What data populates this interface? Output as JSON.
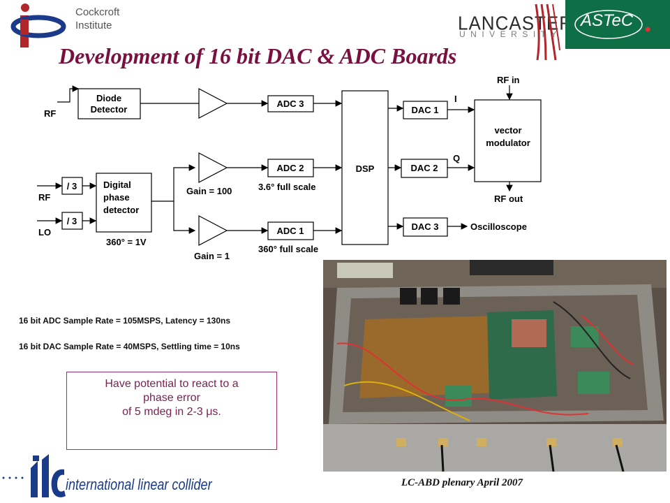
{
  "header": {
    "cockcroft_line1": "Cockcroft",
    "cockcroft_line2": "Institute",
    "lancaster_word": "LANCASTER",
    "university_word": "UNIVERSITY",
    "astec_word": "ASTeC"
  },
  "title": "Development of 16 bit DAC & ADC Boards",
  "diagram": {
    "rf_top": "RF",
    "diode_detector_line1": "Diode",
    "diode_detector_line2": "Detector",
    "adc3": "ADC 3",
    "adc2": "ADC 2",
    "adc1": "ADC 1",
    "dsp": "DSP",
    "dac1": "DAC 1",
    "dac2": "DAC 2",
    "dac3": "DAC 3",
    "i_label": "I",
    "q_label": "Q",
    "rf_in": "RF in",
    "rf_out": "RF out",
    "vector_mod_line1": "vector",
    "vector_mod_line2": "modulator",
    "div_top": "/ 3",
    "div_bottom": "/ 3",
    "rf_mid": "RF",
    "lo": "LO",
    "phase_det_line1": "Digital",
    "phase_det_line2": "phase",
    "phase_det_line3": "detector",
    "phase_scale": "360° = 1V",
    "gain_100": "Gain = 100",
    "gain_1": "Gain = 1",
    "adc2_scale": "3.6° full scale",
    "adc1_scale": "360° full scale",
    "oscilloscope": "Oscilloscope"
  },
  "specs": {
    "adc": "16 bit ADC  Sample Rate = 105MSPS,  Latency = 130ns",
    "dac": "16 bit DAC  Sample Rate = 40MSPS, Settling time  = 10ns"
  },
  "callout": {
    "line1": "Have potential to react to a",
    "line2": "phase error",
    "line3": "of 5 mdeg in 2-3 μs."
  },
  "footer": {
    "ilc_word": "international linear collider",
    "event": "LC-ABD plenary April 2007"
  },
  "colors": {
    "title": "#7a1040",
    "callout_border": "#9b2f6a",
    "astec_green": "#0e6f47"
  }
}
